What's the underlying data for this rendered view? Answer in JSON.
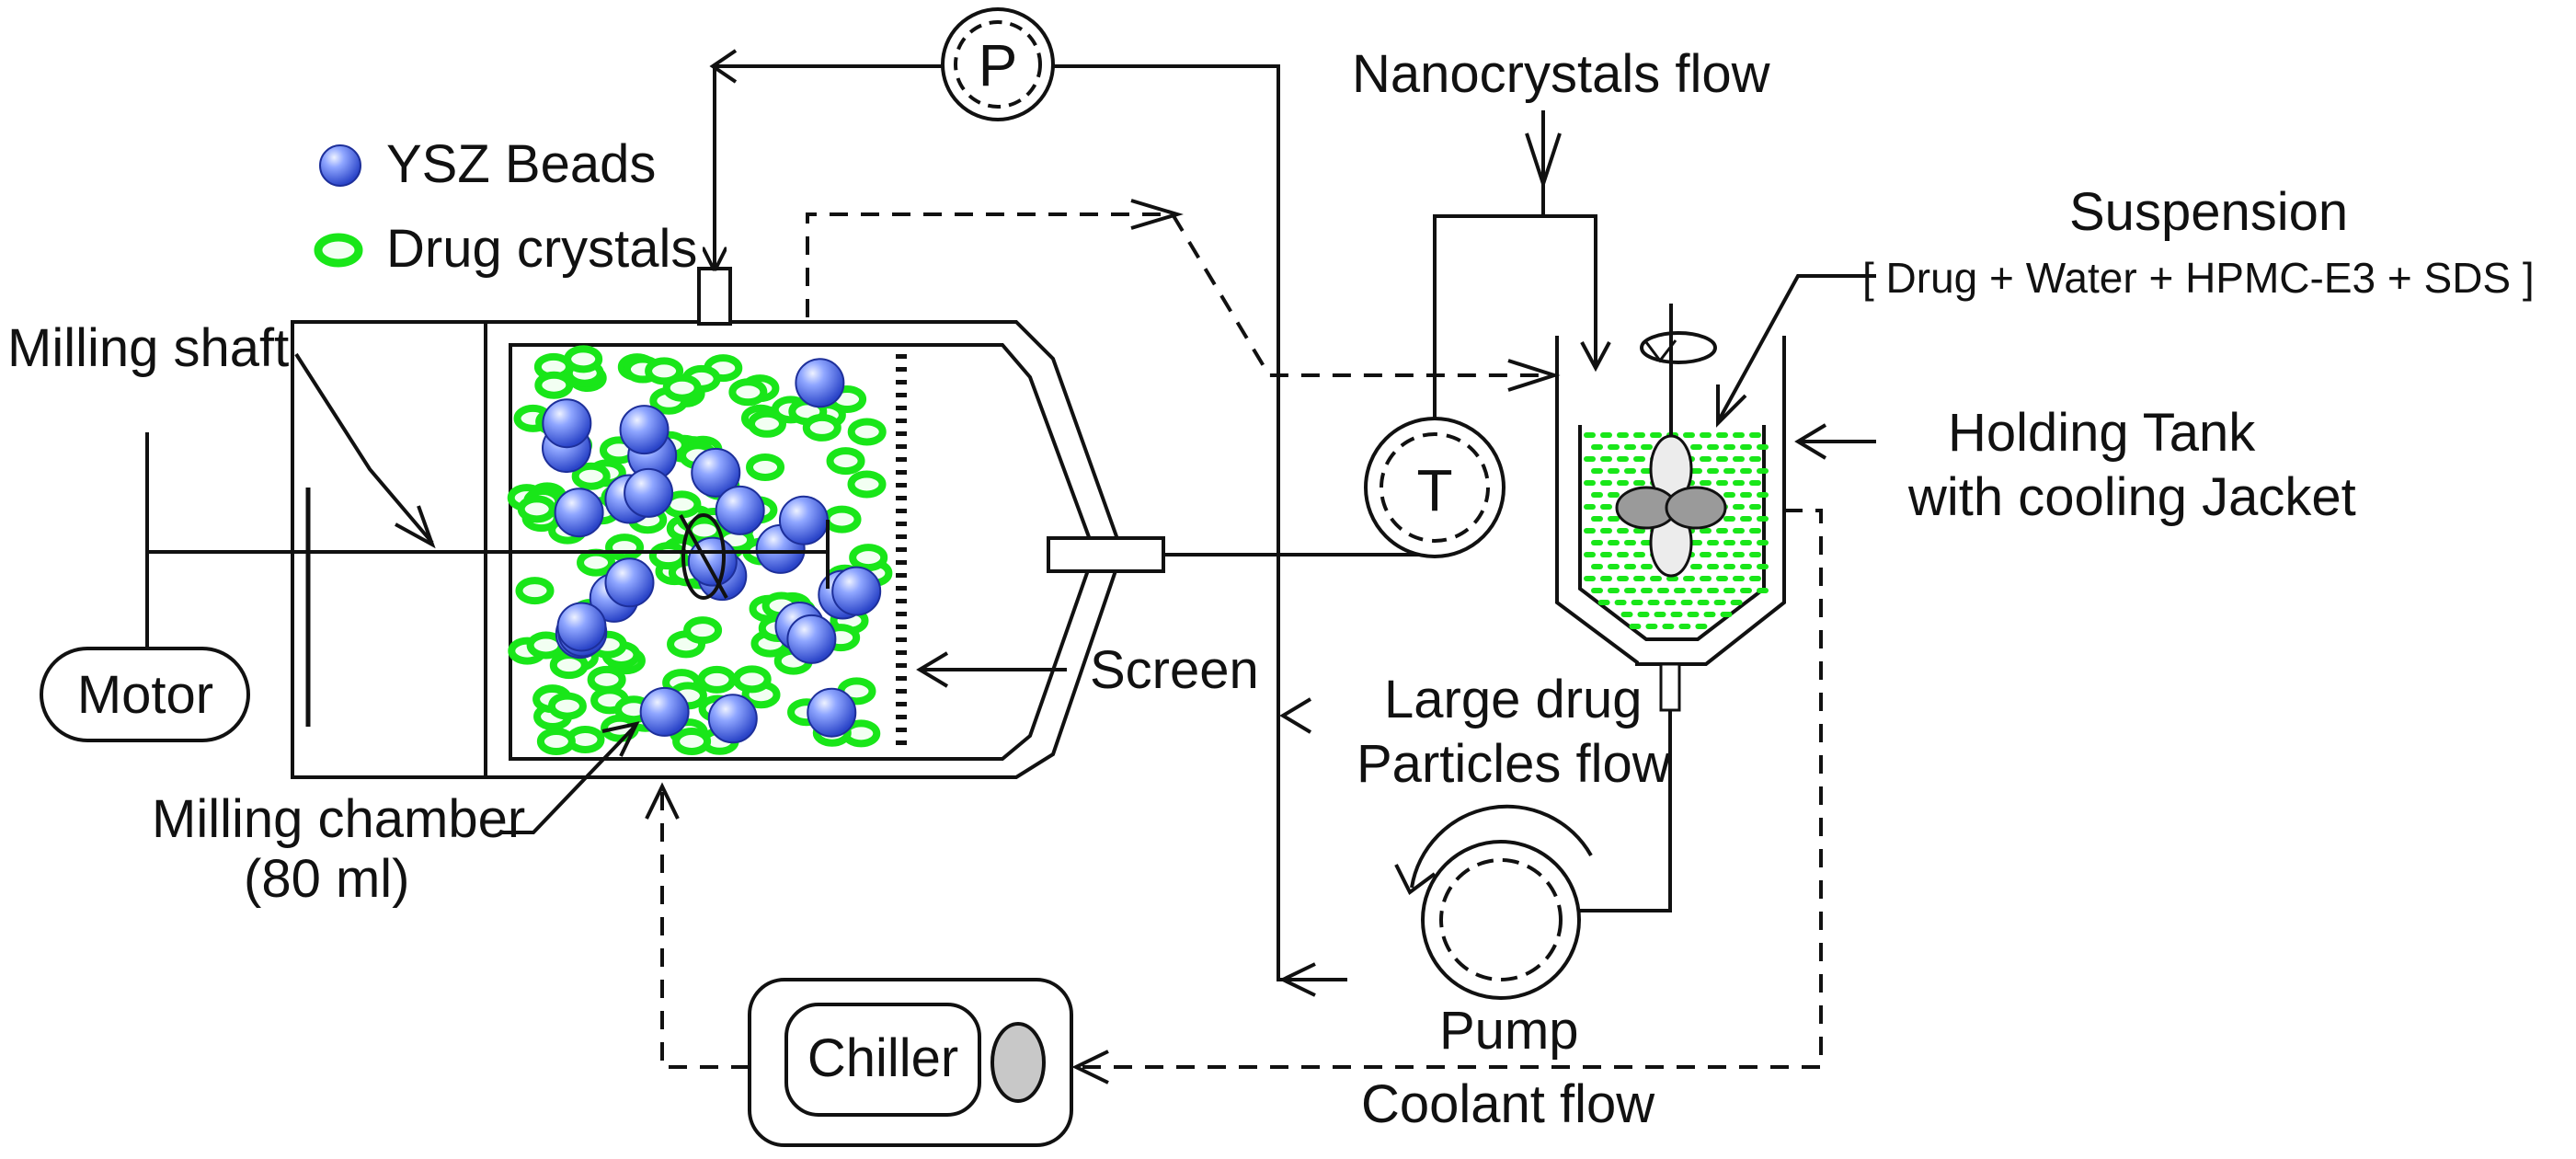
{
  "legend": {
    "beads": "YSZ Beads",
    "crystals": "Drug crystals"
  },
  "labels": {
    "nanocrystals_flow": "Nanocrystals flow",
    "suspension": "Suspension",
    "suspension_composition": "[ Drug + Water + HPMC-E3 + SDS ]",
    "holding_tank_line1": "Holding Tank",
    "holding_tank_line2": "with cooling Jacket",
    "milling_shaft": "Milling shaft",
    "motor": "Motor",
    "screen": "Screen",
    "large_drug_line1": "Large drug",
    "large_drug_line2": "Particles flow",
    "milling_chamber_line1": "Milling chamber",
    "milling_chamber_line2": "(80 ml)",
    "pump": "Pump",
    "chiller": "Chiller",
    "coolant_flow": "Coolant flow",
    "pressure_gauge": "P",
    "temperature_gauge": "T"
  },
  "colors": {
    "bead": "#3a5fe0",
    "bead_highlight": "#dfe6ff",
    "crystal": "#19e619",
    "crystal_core": "#f2fff2",
    "line": "#111111",
    "chiller_knob": "#c8c8c8",
    "impeller": "#9a9a9a"
  }
}
